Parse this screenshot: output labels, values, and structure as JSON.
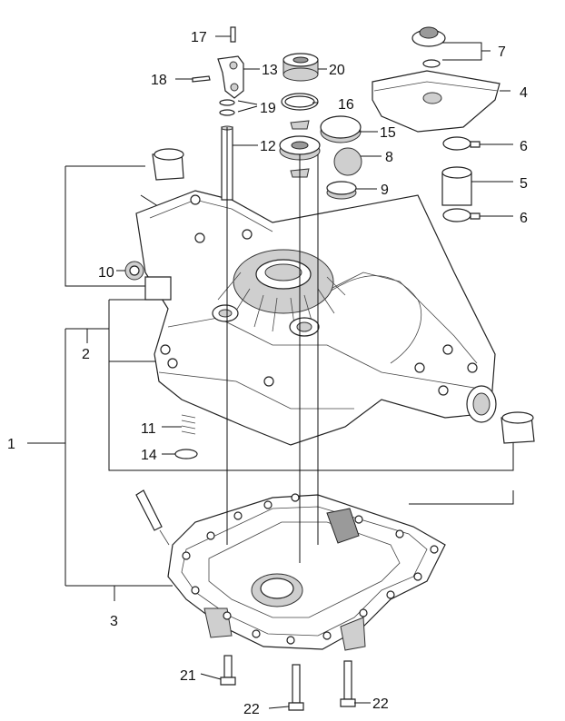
{
  "callouts": [
    {
      "id": "c1",
      "text": "1"
    },
    {
      "id": "c2",
      "text": "2"
    },
    {
      "id": "c3",
      "text": "3"
    },
    {
      "id": "c4",
      "text": "4"
    },
    {
      "id": "c5",
      "text": "5"
    },
    {
      "id": "c6a",
      "text": "6"
    },
    {
      "id": "c6b",
      "text": "6"
    },
    {
      "id": "c7",
      "text": "7"
    },
    {
      "id": "c8",
      "text": "8"
    },
    {
      "id": "c9",
      "text": "9"
    },
    {
      "id": "c10",
      "text": "10"
    },
    {
      "id": "c11",
      "text": "11"
    },
    {
      "id": "c12",
      "text": "12"
    },
    {
      "id": "c13",
      "text": "13"
    },
    {
      "id": "c14",
      "text": "14"
    },
    {
      "id": "c15",
      "text": "15"
    },
    {
      "id": "c16",
      "text": "16"
    },
    {
      "id": "c17",
      "text": "17"
    },
    {
      "id": "c18",
      "text": "18"
    },
    {
      "id": "c19",
      "text": "19"
    },
    {
      "id": "c20",
      "text": "20"
    },
    {
      "id": "c21",
      "text": "21"
    },
    {
      "id": "c22a",
      "text": "22"
    },
    {
      "id": "c22b",
      "text": "22"
    }
  ]
}
